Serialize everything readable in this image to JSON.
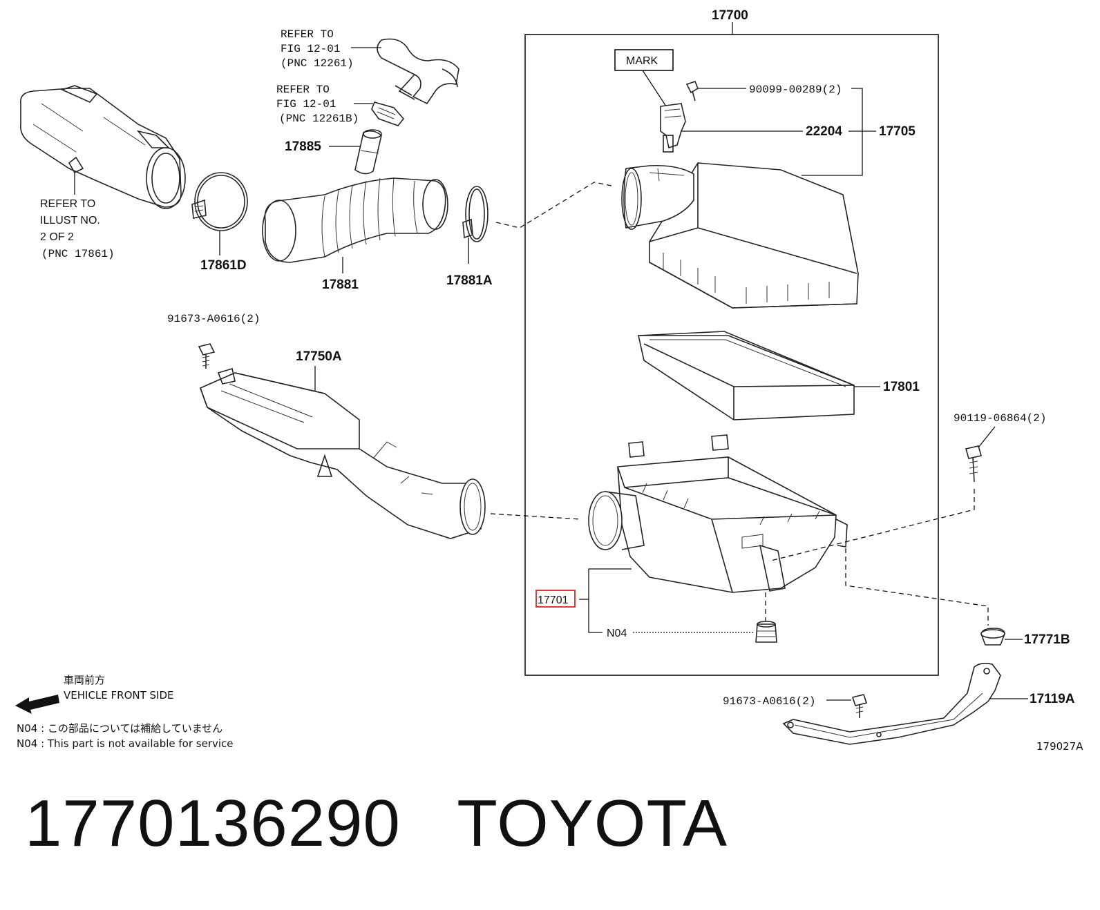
{
  "callouts": {
    "assy": "17700",
    "mark": "MARK",
    "screw_90099": "90099-00289(2)",
    "sensor_22204": "22204",
    "cap_17705": "17705",
    "refer1_line1": "REFER TO",
    "refer1_line2": "FIG 12-01",
    "refer1_line3": "(PNC 12261)",
    "refer2_line1": "REFER TO",
    "refer2_line2": "FIG 12-01",
    "refer2_line3": "(PNC 12261B)",
    "pipe_17885": "17885",
    "refer3_line1": "REFER TO",
    "refer3_line2": "ILLUST NO.",
    "refer3_line3": "2 OF 2",
    "refer3_line4": "(PNC 17861)",
    "clamp_17861D": "17861D",
    "hose_17881": "17881",
    "clamp_17881A": "17881A",
    "bolt_91673_top": "91673-A0616(2)",
    "duct_17750A": "17750A",
    "element_17801": "17801",
    "bolt_90119": "90119-06864(2)",
    "case_17701": "17701",
    "n04": "N04",
    "grommet_17771B": "17771B",
    "bolt_91673_bottom": "91673-A0616(2)",
    "bracket_17119A": "17119A",
    "illust_no": "179027A"
  },
  "notes": {
    "front_jp": "車両前方",
    "front_en": "VEHICLE FRONT SIDE",
    "n04_jp": "N04 : この部品については補給していません",
    "n04_en": "N04 : This part is not available for service"
  },
  "highlight": {
    "part": "17701",
    "color": "#dd2222"
  },
  "caption": {
    "part_number": "1770136290",
    "brand": "TOYOTA",
    "full": "1770136290   TOYOTA"
  }
}
